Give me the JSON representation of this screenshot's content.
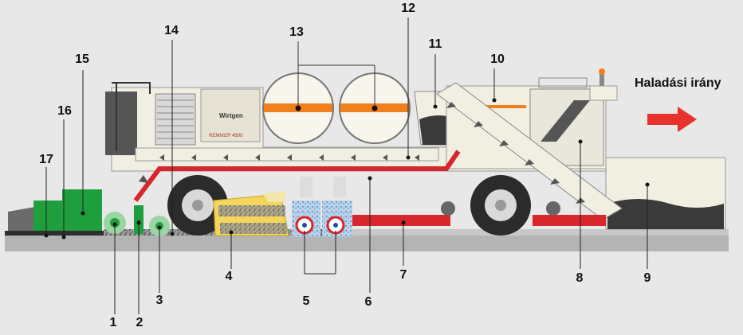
{
  "diagram": {
    "direction_label": "Haladási irány",
    "callouts": [
      "1",
      "2",
      "3",
      "4",
      "5",
      "6",
      "7",
      "8",
      "9",
      "10",
      "11",
      "12",
      "13",
      "14",
      "15",
      "16",
      "17"
    ],
    "brand_badge": "Wirtgen",
    "model_badge": "REMIXER 4500",
    "colors": {
      "background": "#e8e8e8",
      "machine_body": "#f1eee2",
      "accent_red": "#d7262c",
      "accent_orange": "#f07f1d",
      "green": "#1f9e3e",
      "ground": "#b4b4b4",
      "asphalt": "#3a3a3a"
    }
  }
}
